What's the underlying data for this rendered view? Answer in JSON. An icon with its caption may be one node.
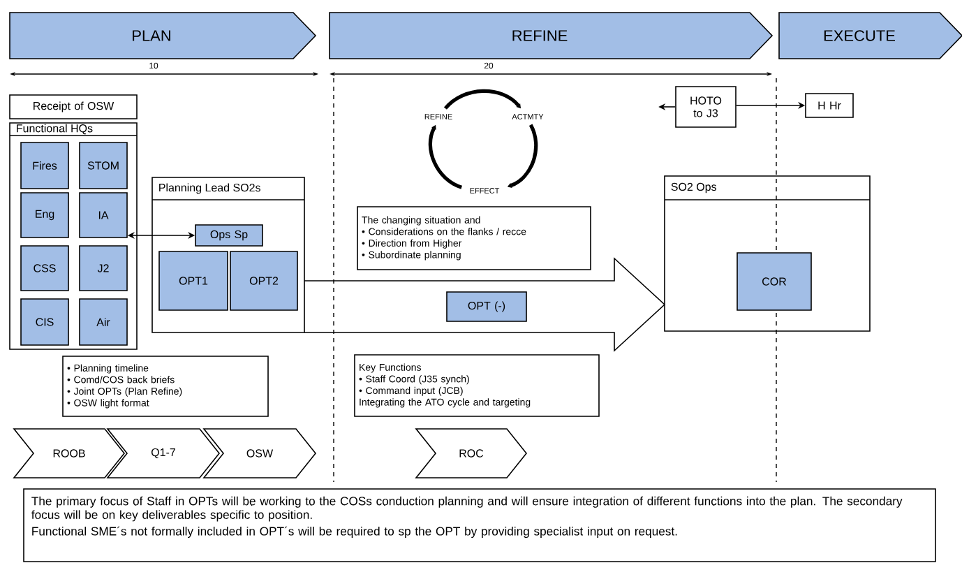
{
  "diagram": {
    "nodes": [
      {
        "text": [
          "PLAN"
        ]
      },
      {
        "text": [
          "REFINE"
        ]
      },
      {
        "text": [
          "EXECUTE"
        ]
      },
      {
        "text": [
          "Receipt of OSW"
        ]
      },
      {
        "text": [
          "Functional HQs"
        ]
      },
      {
        "text": [
          "Fires"
        ],
        "in": 4
      },
      {
        "text": [
          "STOM"
        ],
        "in": 4
      },
      {
        "text": [
          "Eng"
        ],
        "in": 4
      },
      {
        "text": [
          "IA"
        ],
        "in": 4
      },
      {
        "text": [
          "CSS"
        ],
        "in": 4
      },
      {
        "text": [
          "J2"
        ],
        "in": 4
      },
      {
        "text": [
          "CIS"
        ],
        "in": 4
      },
      {
        "text": [
          "Air"
        ],
        "in": 4
      },
      {
        "text": [
          "Planning Lead SO2s"
        ]
      },
      {
        "text": [
          "Ops Sp"
        ],
        "in": 13
      },
      {
        "text": [
          "OPT1"
        ],
        "in": 13
      },
      {
        "text": [
          "OPT2"
        ],
        "in": 13
      },
      {
        "text": [
          "• Planning timeline",
          "• Comd/COS back briefs",
          "• Joint OPTs (Plan Refine)",
          "• OSW light format"
        ]
      },
      {
        "text": [
          "REFINE"
        ]
      },
      {
        "text": [
          "ACTMTY"
        ]
      },
      {
        "text": [
          "EFFECT"
        ]
      },
      {
        "text": [
          "The changing situation and",
          "• Considerations on the flanks / recce",
          "• Direction from Higher",
          "• Subordinate planning"
        ]
      },
      {
        "text": [],
        "shape": "arrow"
      },
      {
        "text": [
          "OPT (-)"
        ],
        "in": 22
      },
      {
        "text": [
          "Key Functions",
          "• Staff Coord (J35 synch)",
          "• Command input (JCB)",
          "Integrating the ATO cycle and targeting"
        ]
      },
      {
        "text": [
          "SO2 Ops"
        ]
      },
      {
        "text": [
          "COR"
        ],
        "in": 25
      },
      {
        "text": [
          "HOTO to J3"
        ]
      },
      {
        "text": [
          "H Hr"
        ]
      },
      {
        "text": [
          "ROOB"
        ]
      },
      {
        "text": [
          "Q1-7"
        ]
      },
      {
        "text": [
          "OSW"
        ]
      },
      {
        "text": [
          "ROC"
        ]
      },
      {
        "text": [
          "The primary focus of Staff in OPTs will be working to the COSs conduction planning and will ensure integration of different functions into the plan. The secondary focus will be on key deliverables specific to position.",
          "Functional SME´s not formally included in OPT´s will be required to sp the OPT by providing specialist input on request."
        ]
      }
    ],
    "edges": [
      {
        "from": 18,
        "to": 19,
        "arrow": "to",
        "style": "thick"
      },
      {
        "from": 19,
        "to": 20,
        "arrow": "to",
        "style": "thick"
      },
      {
        "from": 20,
        "to": 18,
        "arrow": "to",
        "style": "thick"
      },
      {
        "from": 8,
        "to": 14,
        "arrow": "both"
      },
      {
        "from": 27,
        "to": null,
        "arrow": "to"
      },
      {
        "from": 27,
        "to": 28,
        "arrow": "to"
      }
    ],
    "labels": [
      "10",
      "20"
    ]
  }
}
